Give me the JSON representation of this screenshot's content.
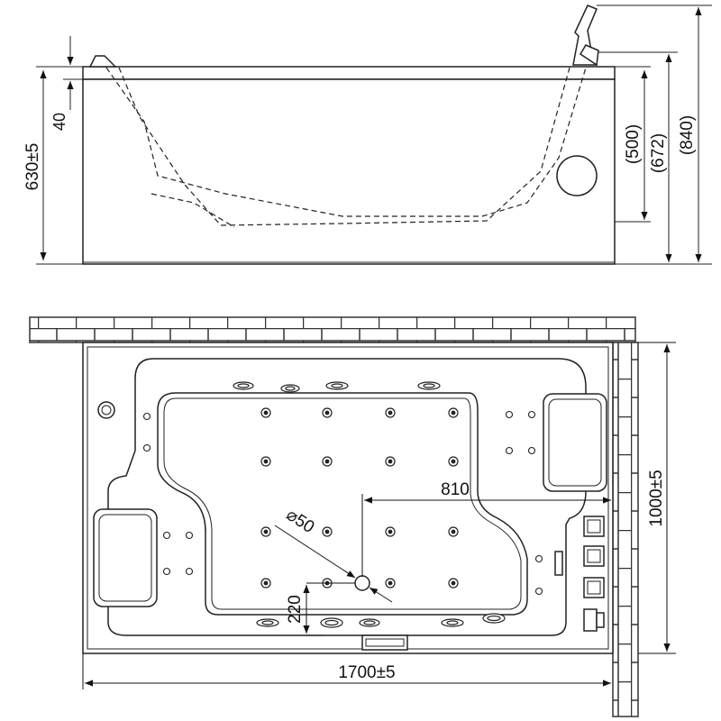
{
  "side_view": {
    "dim_height_total": "630±5",
    "dim_rim": "40",
    "dim_water_level": "(500)",
    "dim_height_mid": "(672)",
    "dim_height_max": "(840)"
  },
  "top_view": {
    "dim_length": "1700±5",
    "dim_width": "1000±5",
    "dim_drain_offset_x": "810",
    "dim_drain_offset_y": "220",
    "dim_drain_diameter": "⌀50"
  }
}
